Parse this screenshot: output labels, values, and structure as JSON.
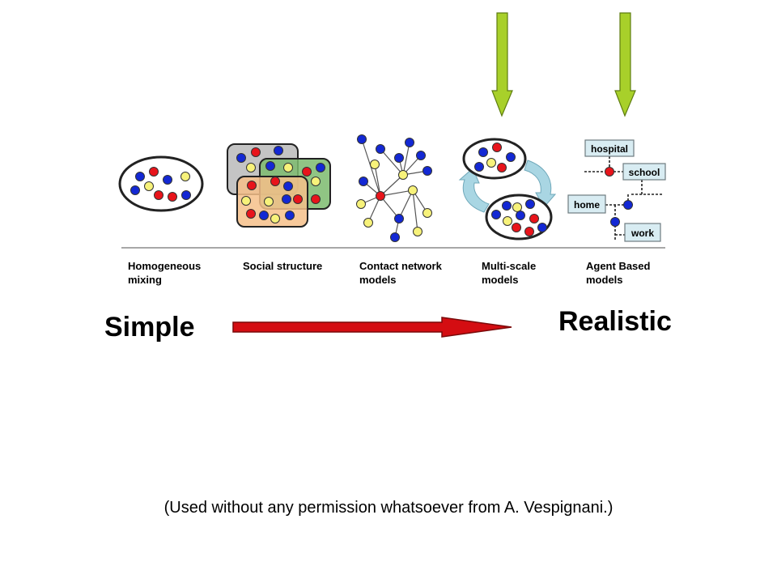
{
  "captions": {
    "homogeneous": "Homogeneous\nmixing",
    "social": "Social structure",
    "contact": "Contact network\nmodels",
    "multiscale": "Multi-scale\nmodels",
    "agent": "Agent Based\nmodels"
  },
  "agent_labels": {
    "hospital": "hospital",
    "school": "school",
    "home": "home",
    "work": "work"
  },
  "scale": {
    "left": "Simple",
    "right": "Realistic"
  },
  "credit": "(Used without any permission whatsoever from A. Vespignani.)",
  "colors": {
    "red": "#e8141b",
    "blue": "#1328d4",
    "yellow": "#f7f27a",
    "arrow_red": "#d40d12",
    "arrow_green": "#a8d02a",
    "group_gray": "#c4c4c4",
    "group_green": "#7dbb6e",
    "group_orange": "#f6c08a",
    "cycle_arrow": "#a9d6e3"
  }
}
